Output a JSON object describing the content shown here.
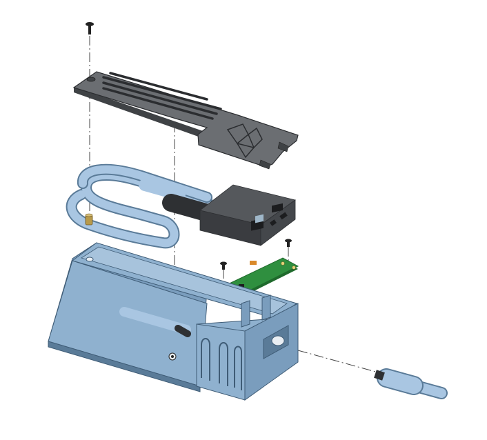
{
  "figure": {
    "kind": "exploded-assembly-view",
    "colors": {
      "background": "#ffffff",
      "enclosure": "#8fb1cf",
      "enclosure_shade": "#6f93b3",
      "enclosure_dark": "#5a7b98",
      "lid": "#6b6e72",
      "lid_dark": "#3f4245",
      "hub_box": "#4a4d51",
      "hub_box_dark": "#2e3033",
      "cable": "#a9c6e2",
      "cable_dark": "#6f93b3",
      "pcb": "#2f8f3f",
      "pcb_dark": "#1f6a2c",
      "screw": "#222222",
      "brass": "#b89a4a",
      "centerline": "#444444"
    },
    "parts": [
      {
        "id": "top-screw",
        "icon": "screw-icon"
      },
      {
        "id": "vented-lid"
      },
      {
        "id": "looped-usb-cable"
      },
      {
        "id": "brass-insert"
      },
      {
        "id": "usb-hub-box"
      },
      {
        "id": "pcb-screw-left",
        "icon": "screw-icon"
      },
      {
        "id": "pcb-screw-right",
        "icon": "screw-icon"
      },
      {
        "id": "circuit-board"
      },
      {
        "id": "base-enclosure"
      },
      {
        "id": "usb-plug"
      }
    ]
  }
}
